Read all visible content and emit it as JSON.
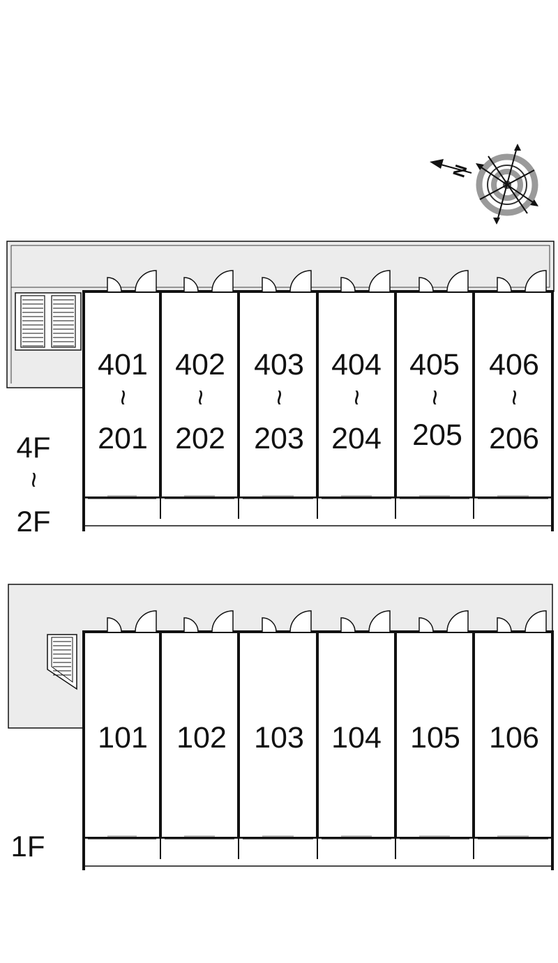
{
  "compass": {
    "letter": "N"
  },
  "upper_block": {
    "floor_label_top": "4F",
    "floor_label_range": "~",
    "floor_label_bottom": "2F",
    "units": [
      {
        "top": "401",
        "range": "~",
        "bottom": "201"
      },
      {
        "top": "402",
        "range": "~",
        "bottom": "202"
      },
      {
        "top": "403",
        "range": "~",
        "bottom": "203"
      },
      {
        "top": "404",
        "range": "~",
        "bottom": "204"
      },
      {
        "top": "405",
        "range": "~",
        "bottom": "205"
      },
      {
        "top": "406",
        "range": "~",
        "bottom": "206"
      }
    ]
  },
  "lower_block": {
    "floor_label": "1F",
    "units": [
      "101",
      "102",
      "103",
      "104",
      "105",
      "106"
    ]
  },
  "colors": {
    "corridor_fill": "#ececec",
    "wall": "#111111",
    "compass_ring": "#9a9a9a"
  }
}
